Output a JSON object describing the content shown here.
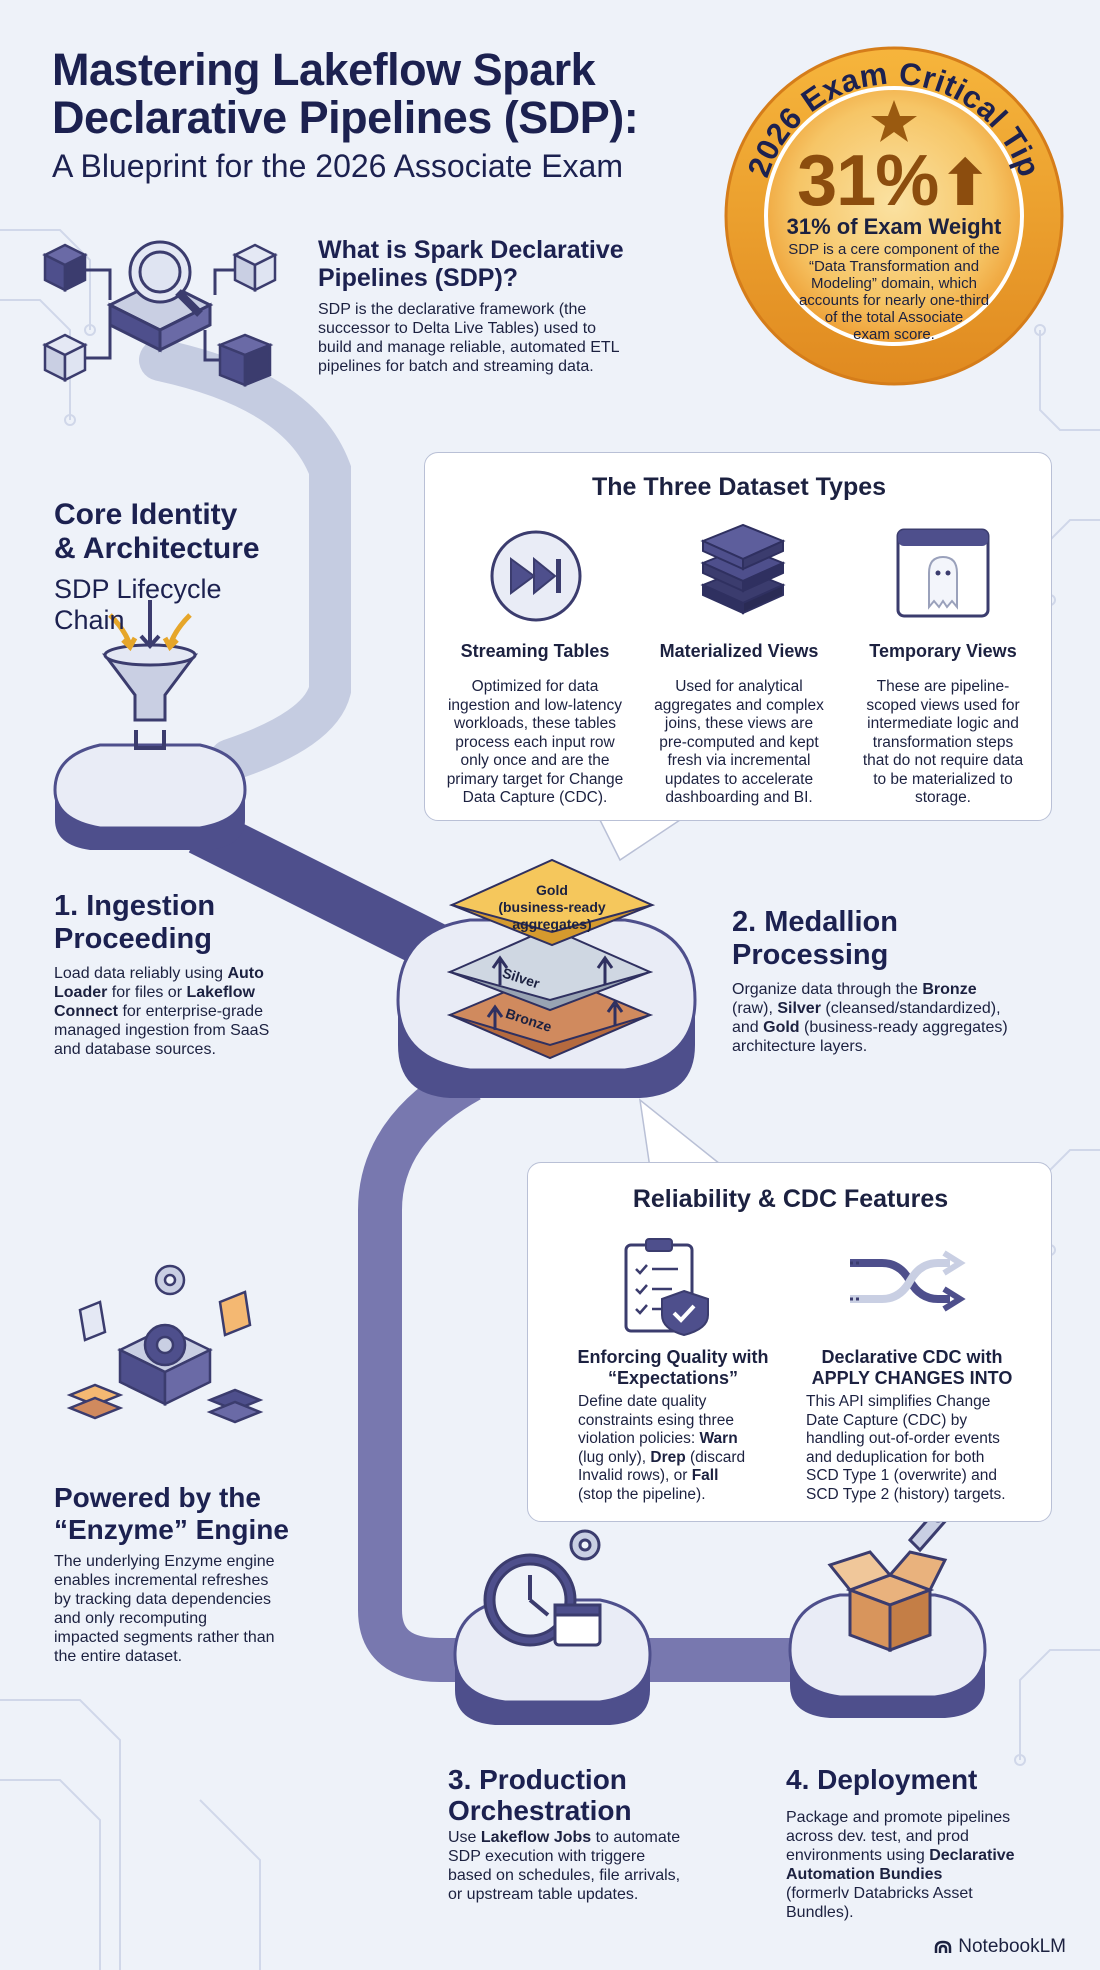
{
  "header": {
    "title_line1": "Mastering Lakeflow Spark",
    "title_line2": "Declarative Pipelines (SDP):",
    "subtitle": "A Blueprint for the 2026 Associate Exam"
  },
  "exam_tip": {
    "ring_text": "2026 Exam Critical Tip",
    "percent": "31%",
    "weight_label": "31% of Exam Weight",
    "description_lines": [
      "SDP is a cere component of the",
      "“Data Transformation and",
      "Modeling” domain, which",
      "accounts for nearly one-third",
      "of the total Associate",
      "exam score."
    ]
  },
  "what_is": {
    "title_line1": "What is Spark Declarative",
    "title_line2": "Pipelines (SDP)?",
    "body_lines": [
      "SDP is the declarative framework (the",
      "successor to Delta Live Tables) used to",
      "build and manage reliable, automated ETL",
      "pipelines for batch and streaming data."
    ]
  },
  "core": {
    "title_line1": "Core Identity",
    "title_line2": "& Architecture",
    "subtitle_line1": "SDP Lifecycle",
    "subtitle_line2": "Chain"
  },
  "dataset_types": {
    "title": "The Three Dataset Types",
    "columns": [
      {
        "name": "Streaming Tables",
        "icon": "fast-forward-icon",
        "lines": [
          "Optimized for data",
          "ingestion and low-latency",
          "workloads, these tables",
          "process each input row",
          "only once and are the",
          "primary target for Change",
          "Data Capture (CDC)."
        ]
      },
      {
        "name": "Materialized Views",
        "icon": "layers-stack-icon",
        "lines": [
          "Used for analytical",
          "aggregates and complex",
          "joins, these views are",
          "pre-computed and kept",
          "fresh via incremental",
          "updates to accelerate",
          "dashboarding and BI."
        ]
      },
      {
        "name": "Temporary Views",
        "icon": "ghost-window-icon",
        "lines": [
          "These are pipeline-",
          "scoped views used for",
          "intermediate logic and",
          "transformation steps",
          "that do not require data",
          "to be materialized to",
          "storage."
        ]
      }
    ]
  },
  "ingestion": {
    "title_line1": "1. Ingestion",
    "title_line2": "Proceeding",
    "lines": [
      [
        {
          "t": "Load data reliably using "
        },
        {
          "t": "Auto",
          "b": true
        }
      ],
      [
        {
          "t": "Loader",
          "b": true
        },
        {
          "t": " for files or "
        },
        {
          "t": "Lakeflow",
          "b": true
        }
      ],
      [
        {
          "t": "Connect",
          "b": true
        },
        {
          "t": " for enterprise-grade"
        }
      ],
      [
        {
          "t": "managed ingestion from SaaS"
        }
      ],
      [
        {
          "t": "and database sources."
        }
      ]
    ]
  },
  "medallion_layers": {
    "gold_line1": "Gold",
    "gold_line2": "(business-ready",
    "gold_line3": "aggregates)",
    "silver": "Silver",
    "bronze": "Bronze"
  },
  "medallion": {
    "title_line1": "2. Medallion",
    "title_line2": "Processing",
    "lines": [
      [
        {
          "t": "Organize data through the "
        },
        {
          "t": "Bronze",
          "b": true
        }
      ],
      [
        {
          "t": "(raw), "
        },
        {
          "t": "Silver",
          "b": true
        },
        {
          "t": " (cleansed/standardized),"
        }
      ],
      [
        {
          "t": "and "
        },
        {
          "t": "Gold",
          "b": true
        },
        {
          "t": " (business-ready aggregates)"
        }
      ],
      [
        {
          "t": "architecture layers."
        }
      ]
    ]
  },
  "reliability": {
    "title": "Reliability & CDC Features",
    "left": {
      "title_line1": "Enforcing Quality with",
      "title_line2": "“Expectations”",
      "lines": [
        [
          {
            "t": "Define date quality"
          }
        ],
        [
          {
            "t": "constraints esing three"
          }
        ],
        [
          {
            "t": "violation policies: "
          },
          {
            "t": "Warn",
            "b": true
          }
        ],
        [
          {
            "t": "(lug only), "
          },
          {
            "t": "Drep",
            "b": true
          },
          {
            "t": " (discard"
          }
        ],
        [
          {
            "t": "Invalid rows), or "
          },
          {
            "t": "Fall",
            "b": true
          }
        ],
        [
          {
            "t": "(stop the pipeline)."
          }
        ]
      ]
    },
    "right": {
      "title_line1": "Declarative CDC with",
      "title_line2": "APPLY CHANGES INTO",
      "lines": [
        [
          {
            "t": "This API simplifies Change"
          }
        ],
        [
          {
            "t": "Date Capture (CDC) by"
          }
        ],
        [
          {
            "t": "handling out-of-order events"
          }
        ],
        [
          {
            "t": "and deduplication for both"
          }
        ],
        [
          {
            "t": "SCD Type 1 (overwrite) and"
          }
        ],
        [
          {
            "t": "SCD Type 2 (history) targets."
          }
        ]
      ]
    }
  },
  "enzyme": {
    "title_line1": "Powered by the",
    "title_line2": "“Enzyme” Engine",
    "lines": [
      "The underlying Enzyme engine",
      "enables incremental refreshes",
      "by tracking data dependencies",
      "and only recomputing",
      "impacted segments rather than",
      "the entire dataset."
    ]
  },
  "orchestration": {
    "title_line1": "3. Production",
    "title_line2": "Orchestration",
    "lines": [
      [
        {
          "t": "Use "
        },
        {
          "t": "Lakeflow Jobs",
          "b": true
        },
        {
          "t": " to automate"
        }
      ],
      [
        {
          "t": "SDP execution with triggere"
        }
      ],
      [
        {
          "t": "based on schedules, file arrivals,"
        }
      ],
      [
        {
          "t": "or upstream table updates."
        }
      ]
    ]
  },
  "deployment": {
    "title": "4. Deployment",
    "lines": [
      [
        {
          "t": "Package and promote pipelines"
        }
      ],
      [
        {
          "t": "across dev. test, and prod"
        }
      ],
      [
        {
          "t": "environments using "
        },
        {
          "t": "Declarative",
          "b": true
        }
      ],
      [
        {
          "t": "Automation Bundies",
          "b": true
        }
      ],
      [
        {
          "t": "(formerlv Databricks Asset"
        }
      ],
      [
        {
          "t": "Bundles)."
        }
      ]
    ]
  },
  "footer": {
    "brand": "NotebookLM"
  },
  "colors": {
    "navy": "#1c2150",
    "path_dark": "#4e4f8c",
    "path_light": "#b7bfd8",
    "gold": "#f0c15a",
    "silver": "#c9d2dd",
    "bronze": "#c8784a",
    "badge_orange": "#f3a92c"
  }
}
